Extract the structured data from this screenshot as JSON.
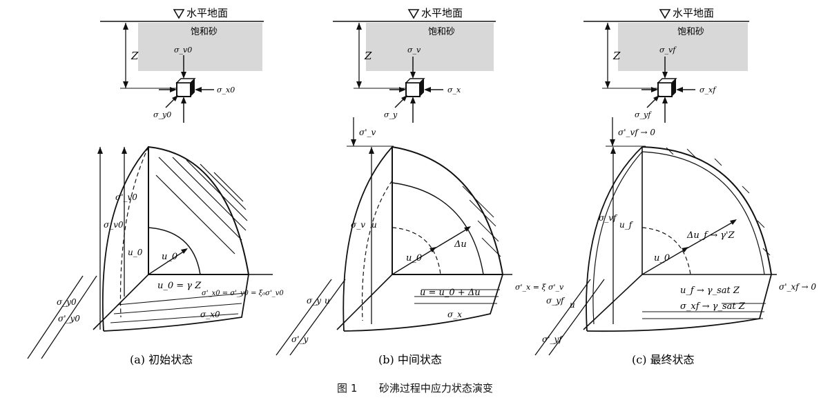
{
  "figure": {
    "caption_number": "图 1",
    "caption_text": "砂沸过程中应力状态演变"
  },
  "panels": [
    {
      "id": "a",
      "caption": "(a) 初始状态",
      "ground_label": "水平地面",
      "soil_label": "饱和砂",
      "depth_label": "Z",
      "element_labels": {
        "vertical": "σ_v0",
        "horizontal": "σ_x0",
        "lateral": "σ_y0"
      },
      "top_label": "",
      "side_labels": [
        "σ'_v0",
        "σ_v0",
        "u_0"
      ],
      "center_labels": [
        "u_0"
      ],
      "bottom_labels": [
        "u_0 = γ Z",
        "σ'_x0 = σ'_y0 = ξ₀σ'_v0",
        "σ_x0"
      ],
      "front_labels": [
        "σ_y0",
        "σ'_y0"
      ],
      "right_label": ""
    },
    {
      "id": "b",
      "caption": "(b) 中间状态",
      "ground_label": "水平地面",
      "soil_label": "饱和砂",
      "depth_label": "Z",
      "element_labels": {
        "vertical": "σ_v",
        "horizontal": "σ_x",
        "lateral": "σ_y"
      },
      "top_label": "σ'_v",
      "side_labels": [
        "σ_v",
        "u"
      ],
      "center_labels": [
        "u_0",
        "Δu"
      ],
      "bottom_labels": [
        "u = u_0 + Δu",
        "σ_x"
      ],
      "front_labels": [
        "σ_y",
        "u",
        "σ'_y"
      ],
      "right_label": "σ'_x = ξ σ'_v"
    },
    {
      "id": "c",
      "caption": "(c) 最终状态",
      "ground_label": "水平地面",
      "soil_label": "饱和砂",
      "depth_label": "Z",
      "element_labels": {
        "vertical": "σ_vf",
        "horizontal": "σ_xf",
        "lateral": "σ_yf"
      },
      "top_label": "σ'_vf → 0",
      "side_labels": [
        "σ_vf",
        "u_f"
      ],
      "center_labels": [
        "u_0",
        "Δu_f → γ'Z"
      ],
      "bottom_labels": [
        "u_f → γ_sat Z",
        "σ_xf → γ_sat Z"
      ],
      "front_labels": [
        "σ_yf",
        "u",
        "σ'_yf"
      ],
      "right_label": "σ'_xf → 0"
    }
  ]
}
